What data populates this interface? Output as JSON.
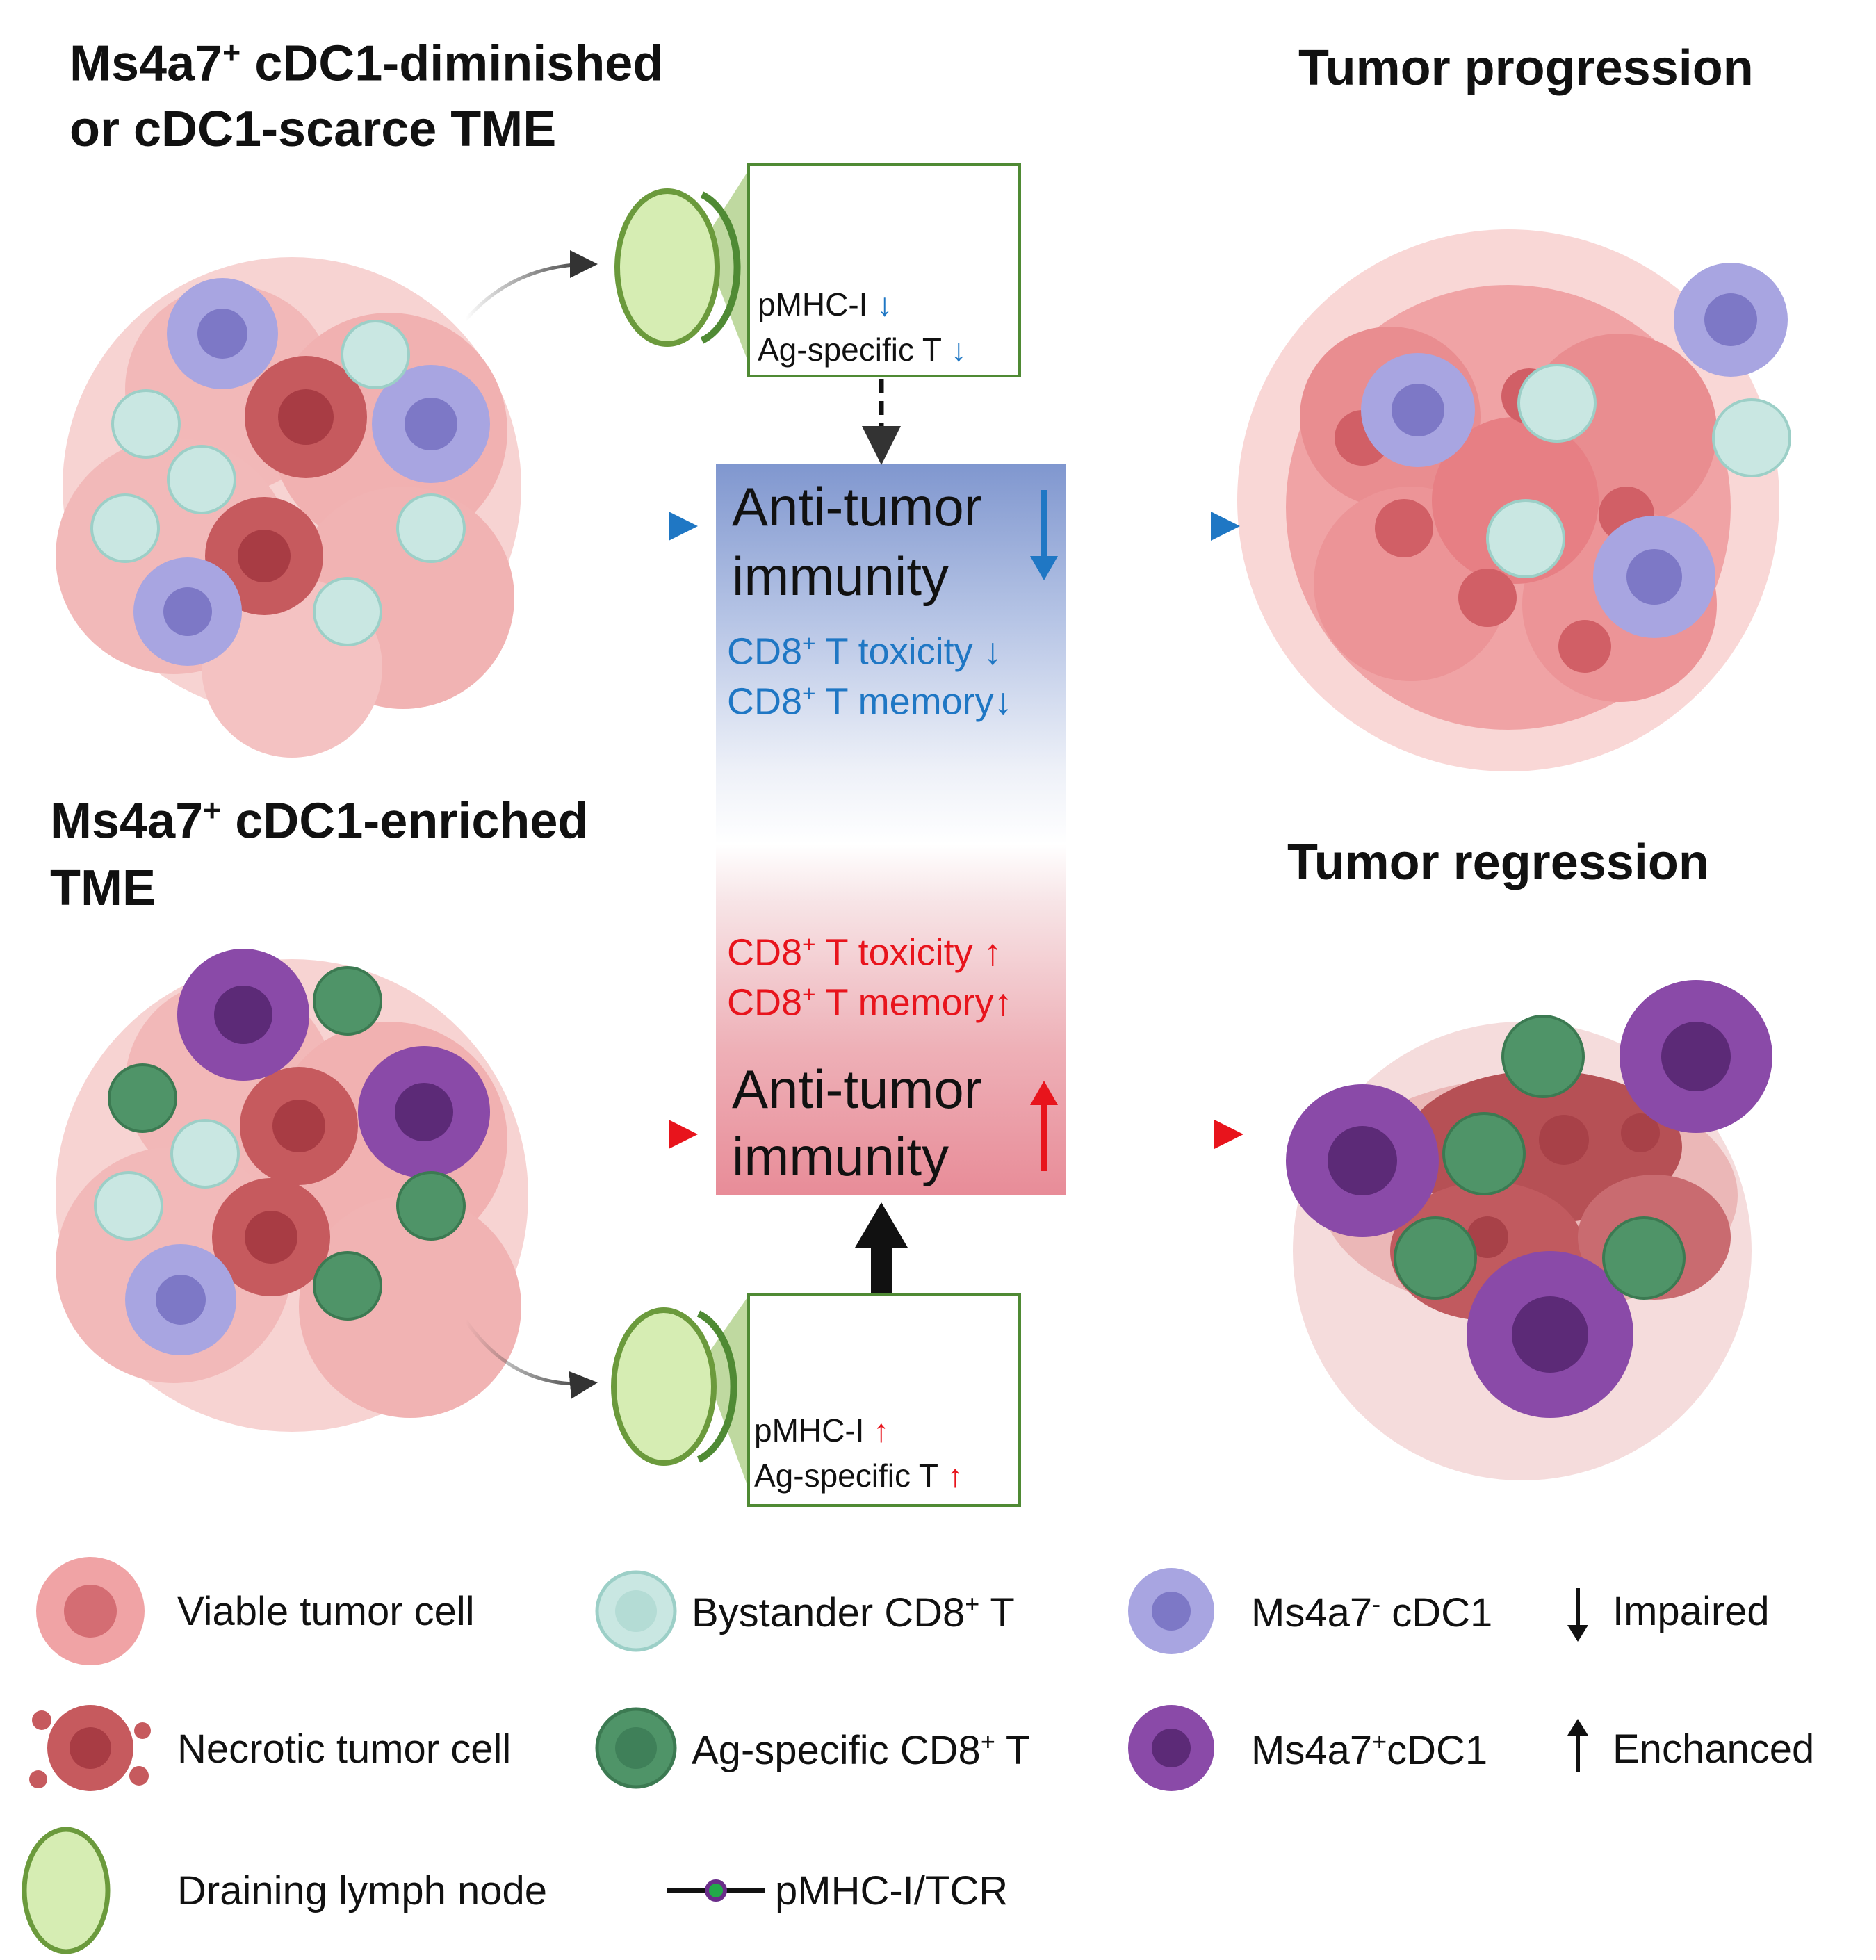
{
  "top": {
    "title_l1_a": "Ms4a7",
    "title_l1_sup": "+",
    "title_l1_b": " cDC1-diminished",
    "title_l2": "or cDC1-scarce TME",
    "outcome": "Tumor progression",
    "lymph_box": {
      "line1": "pMHC-I",
      "line2": "Ag-specific T"
    }
  },
  "bottom": {
    "title_l1_a": "Ms4a7",
    "title_l1_sup": "+",
    "title_l1_b": " cDC1-enriched",
    "title_l2": "TME",
    "outcome": "Tumor regression",
    "lymph_box": {
      "line1": "pMHC-I",
      "line2": "Ag-specific T"
    }
  },
  "center": {
    "immunity_top_l1": "Anti-tumor",
    "immunity_top_l2": "immunity",
    "immunity_bottom_l1": "Anti-tumor",
    "immunity_bottom_l2": "immunity",
    "cd8": "CD8",
    "cd8_sup": "+",
    "toxicity": " T toxicity",
    "memory": " T memory"
  },
  "legend": {
    "viable": "Viable tumor cell",
    "necrotic": "Necrotic tumor cell",
    "lymph": "Draining lymph node",
    "bystander_a": "Bystander CD8",
    "bystander_sup": "+",
    "bystander_b": " T",
    "agspec_a": "Ag-specific CD8",
    "agspec_sup": "+",
    "agspec_b": " T",
    "tcr": "pMHC-I/TCR",
    "neg_a": "Ms4a7",
    "neg_sup": "-",
    "neg_b": " cDC1",
    "pos_a": "Ms4a7",
    "pos_sup": "+",
    "pos_b": "cDC1",
    "impaired": "Impaired",
    "enhanced": "Enchanced"
  },
  "colors": {
    "decrease": "#1f77c4",
    "increase": "#e8141c",
    "box_border": "#4f8a34",
    "tumor_viable": "#f0a3a5",
    "tumor_necrotic": "#c65a5e",
    "dc_neg": "#a7a7e0",
    "dc_pos": "#8a4aa8",
    "t_bystander": "#c9e7e2",
    "t_agspec": "#4f9468",
    "lymph_node": "#cde8a6"
  },
  "icons": [
    "viable-tumor-cell-icon",
    "necrotic-tumor-cell-icon",
    "lymph-node-icon",
    "bystander-t-cell-icon",
    "ag-specific-t-cell-icon",
    "ms4a7-neg-cdc1-icon",
    "ms4a7-pos-cdc1-icon",
    "tcr-binding-icon",
    "arrow-down-icon",
    "arrow-up-icon"
  ]
}
